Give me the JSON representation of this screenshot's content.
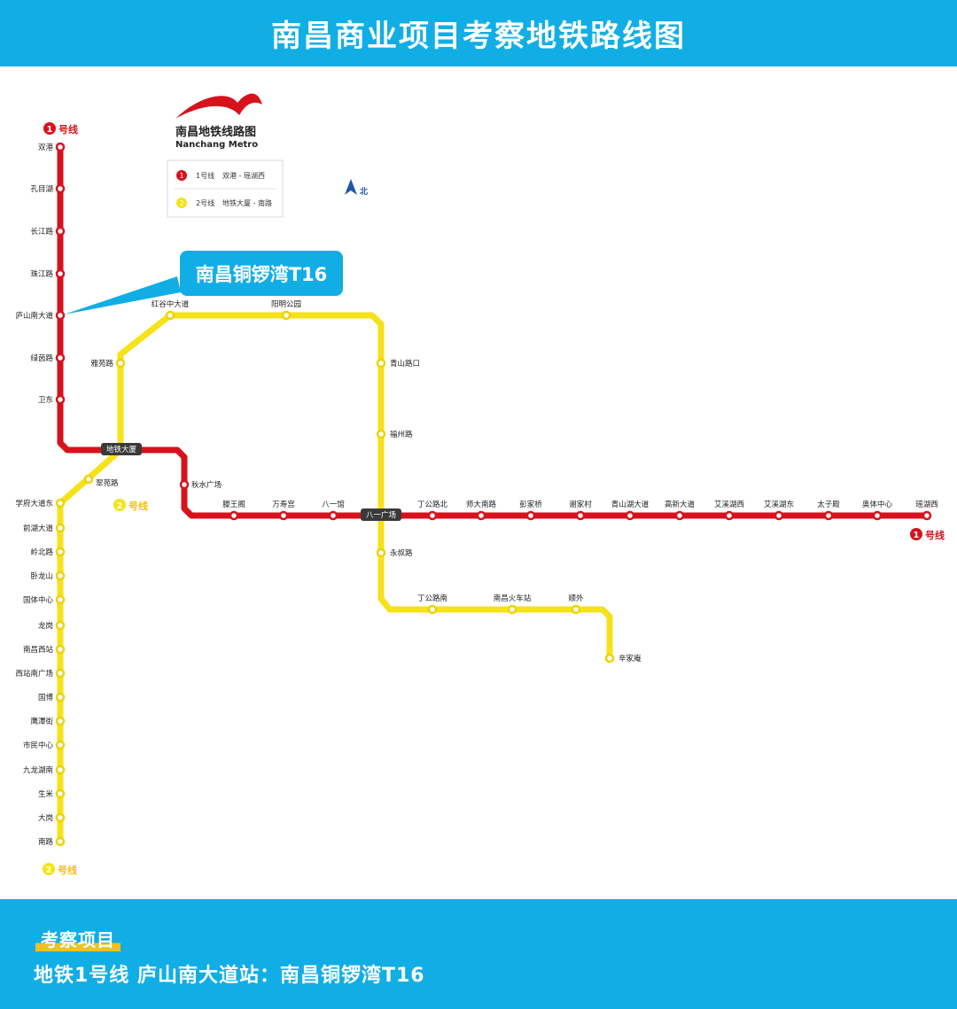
{
  "header": {
    "title": "南昌商业项目考察地铁路线图"
  },
  "logo": {
    "name_cn": "南昌地铁线路图",
    "name_en": "Nanchang Metro"
  },
  "legend": [
    {
      "badge": "1",
      "line": "1号线",
      "route": "双港 - 瑶湖西",
      "color": "#d7121c"
    },
    {
      "badge": "2",
      "line": "2号线",
      "route": "地铁大厦 - 南路",
      "color": "#f5e219"
    }
  ],
  "north": "北",
  "callout": "南昌铜锣湾T16",
  "line1": {
    "badge": "1",
    "label": "号线",
    "color": "#d7121c",
    "stations": [
      "双港",
      "孔目湖",
      "长江路",
      "珠江路",
      "庐山南大道",
      "绿茵路",
      "卫东",
      "地铁大厦",
      "秋水广场",
      "滕王阁",
      "万寿宫",
      "八一馆",
      "八一广场",
      "丁公路北",
      "师大南路",
      "彭家桥",
      "谢家村",
      "青山湖大道",
      "高新大道",
      "艾溪湖西",
      "艾溪湖东",
      "太子殿",
      "奥体中心",
      "瑶湖西"
    ]
  },
  "line2": {
    "badge": "2",
    "label": "号线",
    "color": "#f5e219",
    "stations": [
      "辛家庵",
      "顺外",
      "南昌火车站",
      "丁公路南",
      "永叔路",
      "八一广场",
      "福州路",
      "青山路口",
      "阳明公园",
      "红谷中大道",
      "雅苑路",
      "地铁大厦",
      "翠苑路",
      "学府大道东",
      "前湖大道",
      "岭北路",
      "卧龙山",
      "国体中心",
      "龙岗",
      "南昌西站",
      "西站南广场",
      "国博",
      "鹰潭街",
      "市民中心",
      "九龙湖南",
      "生米",
      "大岗",
      "南路"
    ]
  },
  "footer": {
    "label": "考察项目",
    "text": "地铁1号线  庐山南大道站：南昌铜锣湾T16"
  }
}
